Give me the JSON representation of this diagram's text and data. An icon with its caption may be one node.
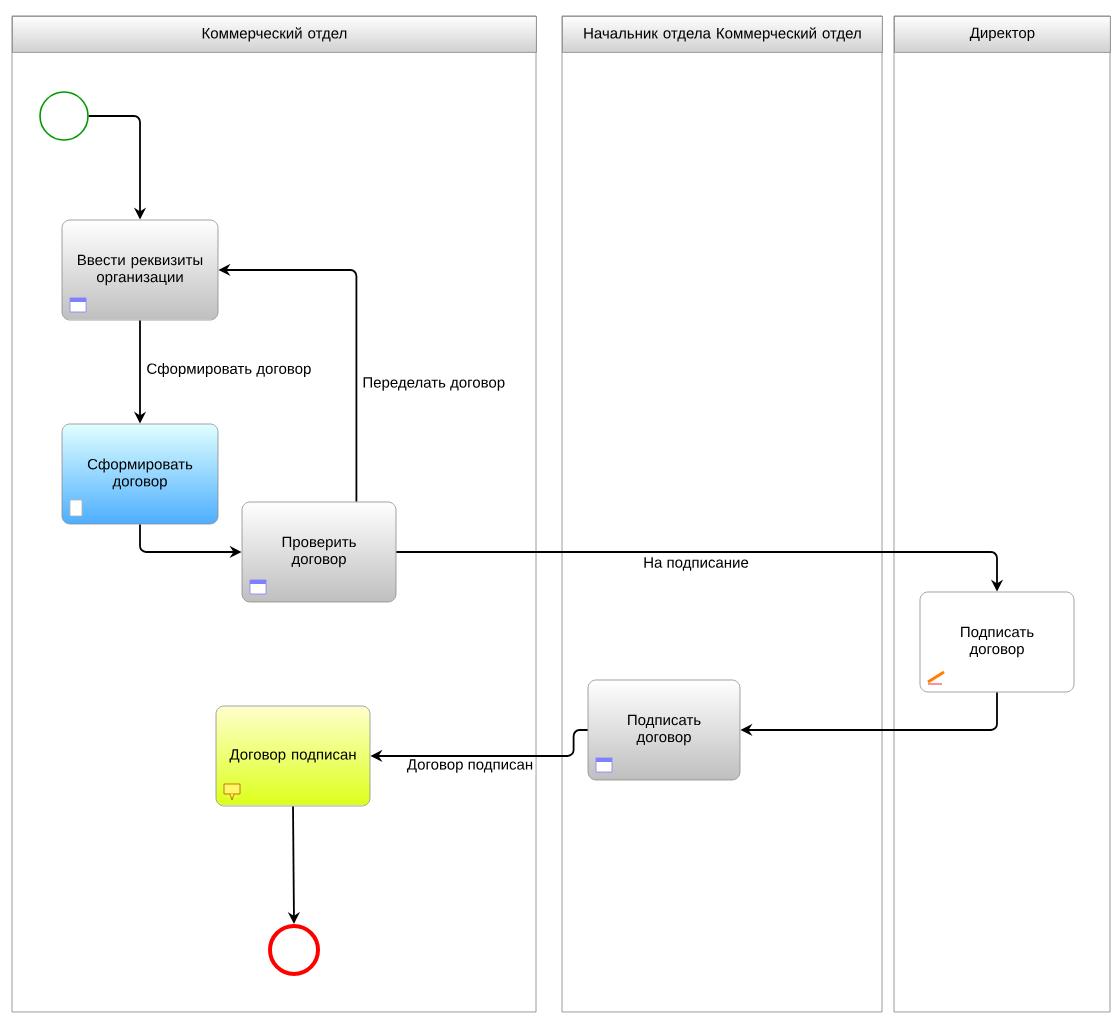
{
  "diagram": {
    "nodes": [
      {
        "text": [
          "Коммерческий отдел"
        ]
      },
      {
        "text": [
          "Начальник отдела Коммерческий отдел"
        ]
      },
      {
        "text": [
          "Директор"
        ]
      },
      {
        "text": [],
        "shape": "circle",
        "in": 0
      },
      {
        "text": [
          "Ввести реквизиты организации"
        ],
        "in": 0
      },
      {
        "text": [
          "Сформировать договор"
        ],
        "in": 0
      },
      {
        "text": [
          "Проверить договор"
        ],
        "in": 0
      },
      {
        "text": [
          "Договор подписан"
        ],
        "in": 0
      },
      {
        "text": [],
        "shape": "circle",
        "in": 0
      },
      {
        "text": [
          "Подписать договор"
        ],
        "in": 1
      },
      {
        "text": [
          "Подписать договор"
        ],
        "in": 2
      }
    ],
    "edges": [
      {
        "from": 3,
        "to": 4,
        "arrow": "to"
      },
      {
        "from": 4,
        "to": 5,
        "arrow": "to",
        "label": "Сформировать договор"
      },
      {
        "from": 5,
        "to": 6,
        "arrow": "to"
      },
      {
        "from": 6,
        "to": 4,
        "arrow": "to",
        "label": "Переделать договор"
      },
      {
        "from": 6,
        "to": 10,
        "arrow": "to",
        "label": "На подписание"
      },
      {
        "from": 10,
        "to": 9,
        "arrow": "to"
      },
      {
        "from": 9,
        "to": 7,
        "arrow": "to",
        "label": "Договор подписан"
      },
      {
        "from": 7,
        "to": 8,
        "arrow": "to"
      }
    ]
  }
}
